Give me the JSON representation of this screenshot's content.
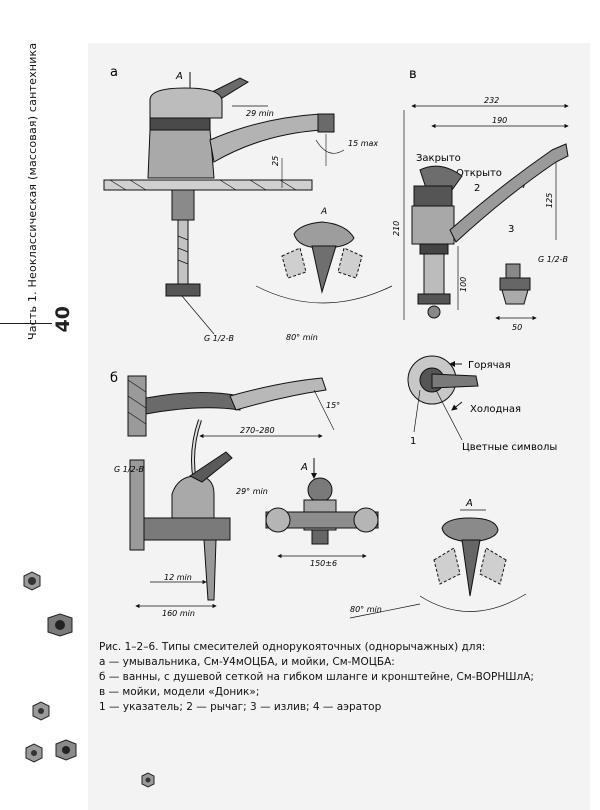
{
  "sidebar": {
    "title": "Часть 1.  Неоклассическая (массовая) сантехника",
    "page_number": "40"
  },
  "figure": {
    "panel_a": {
      "letter": "а",
      "label_A": "А",
      "dim_29": "29 min",
      "dim_15": "15 max",
      "dim_25": "25",
      "dim_80": "80° min",
      "thread": "G 1/2-B",
      "view_label": "А"
    },
    "panel_v": {
      "letter": "в",
      "dim_232": "232",
      "dim_190": "190",
      "dim_210": "210",
      "dim_125": "125",
      "dim_100": "100",
      "dim_50": "50",
      "thread": "G 1/2-B",
      "label_closed": "Закрыто",
      "label_open": "Открыто",
      "num_2": "2",
      "num_3": "3",
      "num_4": "4",
      "num_1": "1",
      "hot": "Горячая",
      "cold": "Холодная",
      "colour_symbols": "Цветные символы"
    },
    "panel_b": {
      "letter": "б",
      "dim_15": "15°",
      "dim_270": "270–280",
      "thread": "G 1/2-B",
      "dim_29": "29° min",
      "dim_12": "12 min",
      "dim_160": "160 min",
      "dim_150": "150±6",
      "label_A": "А",
      "view_label": "А",
      "dim_80": "80° min"
    }
  },
  "caption": {
    "line1": "Рис. 1–2–6. Типы смесителей однорукояточных (однорычажных) для:",
    "line2": "а — умывальника, См-У4мОЦБА, и мойки, См-МОЦБА:",
    "line3": "б — ванны, с душевой сеткой на гибком шланге и кронштейне, См-ВОРНШлА;",
    "line4": "в — мойки, модели «Доник»;",
    "line5": "1 — указатель; 2 — рычаг; 3 — излив; 4 — аэратор"
  }
}
